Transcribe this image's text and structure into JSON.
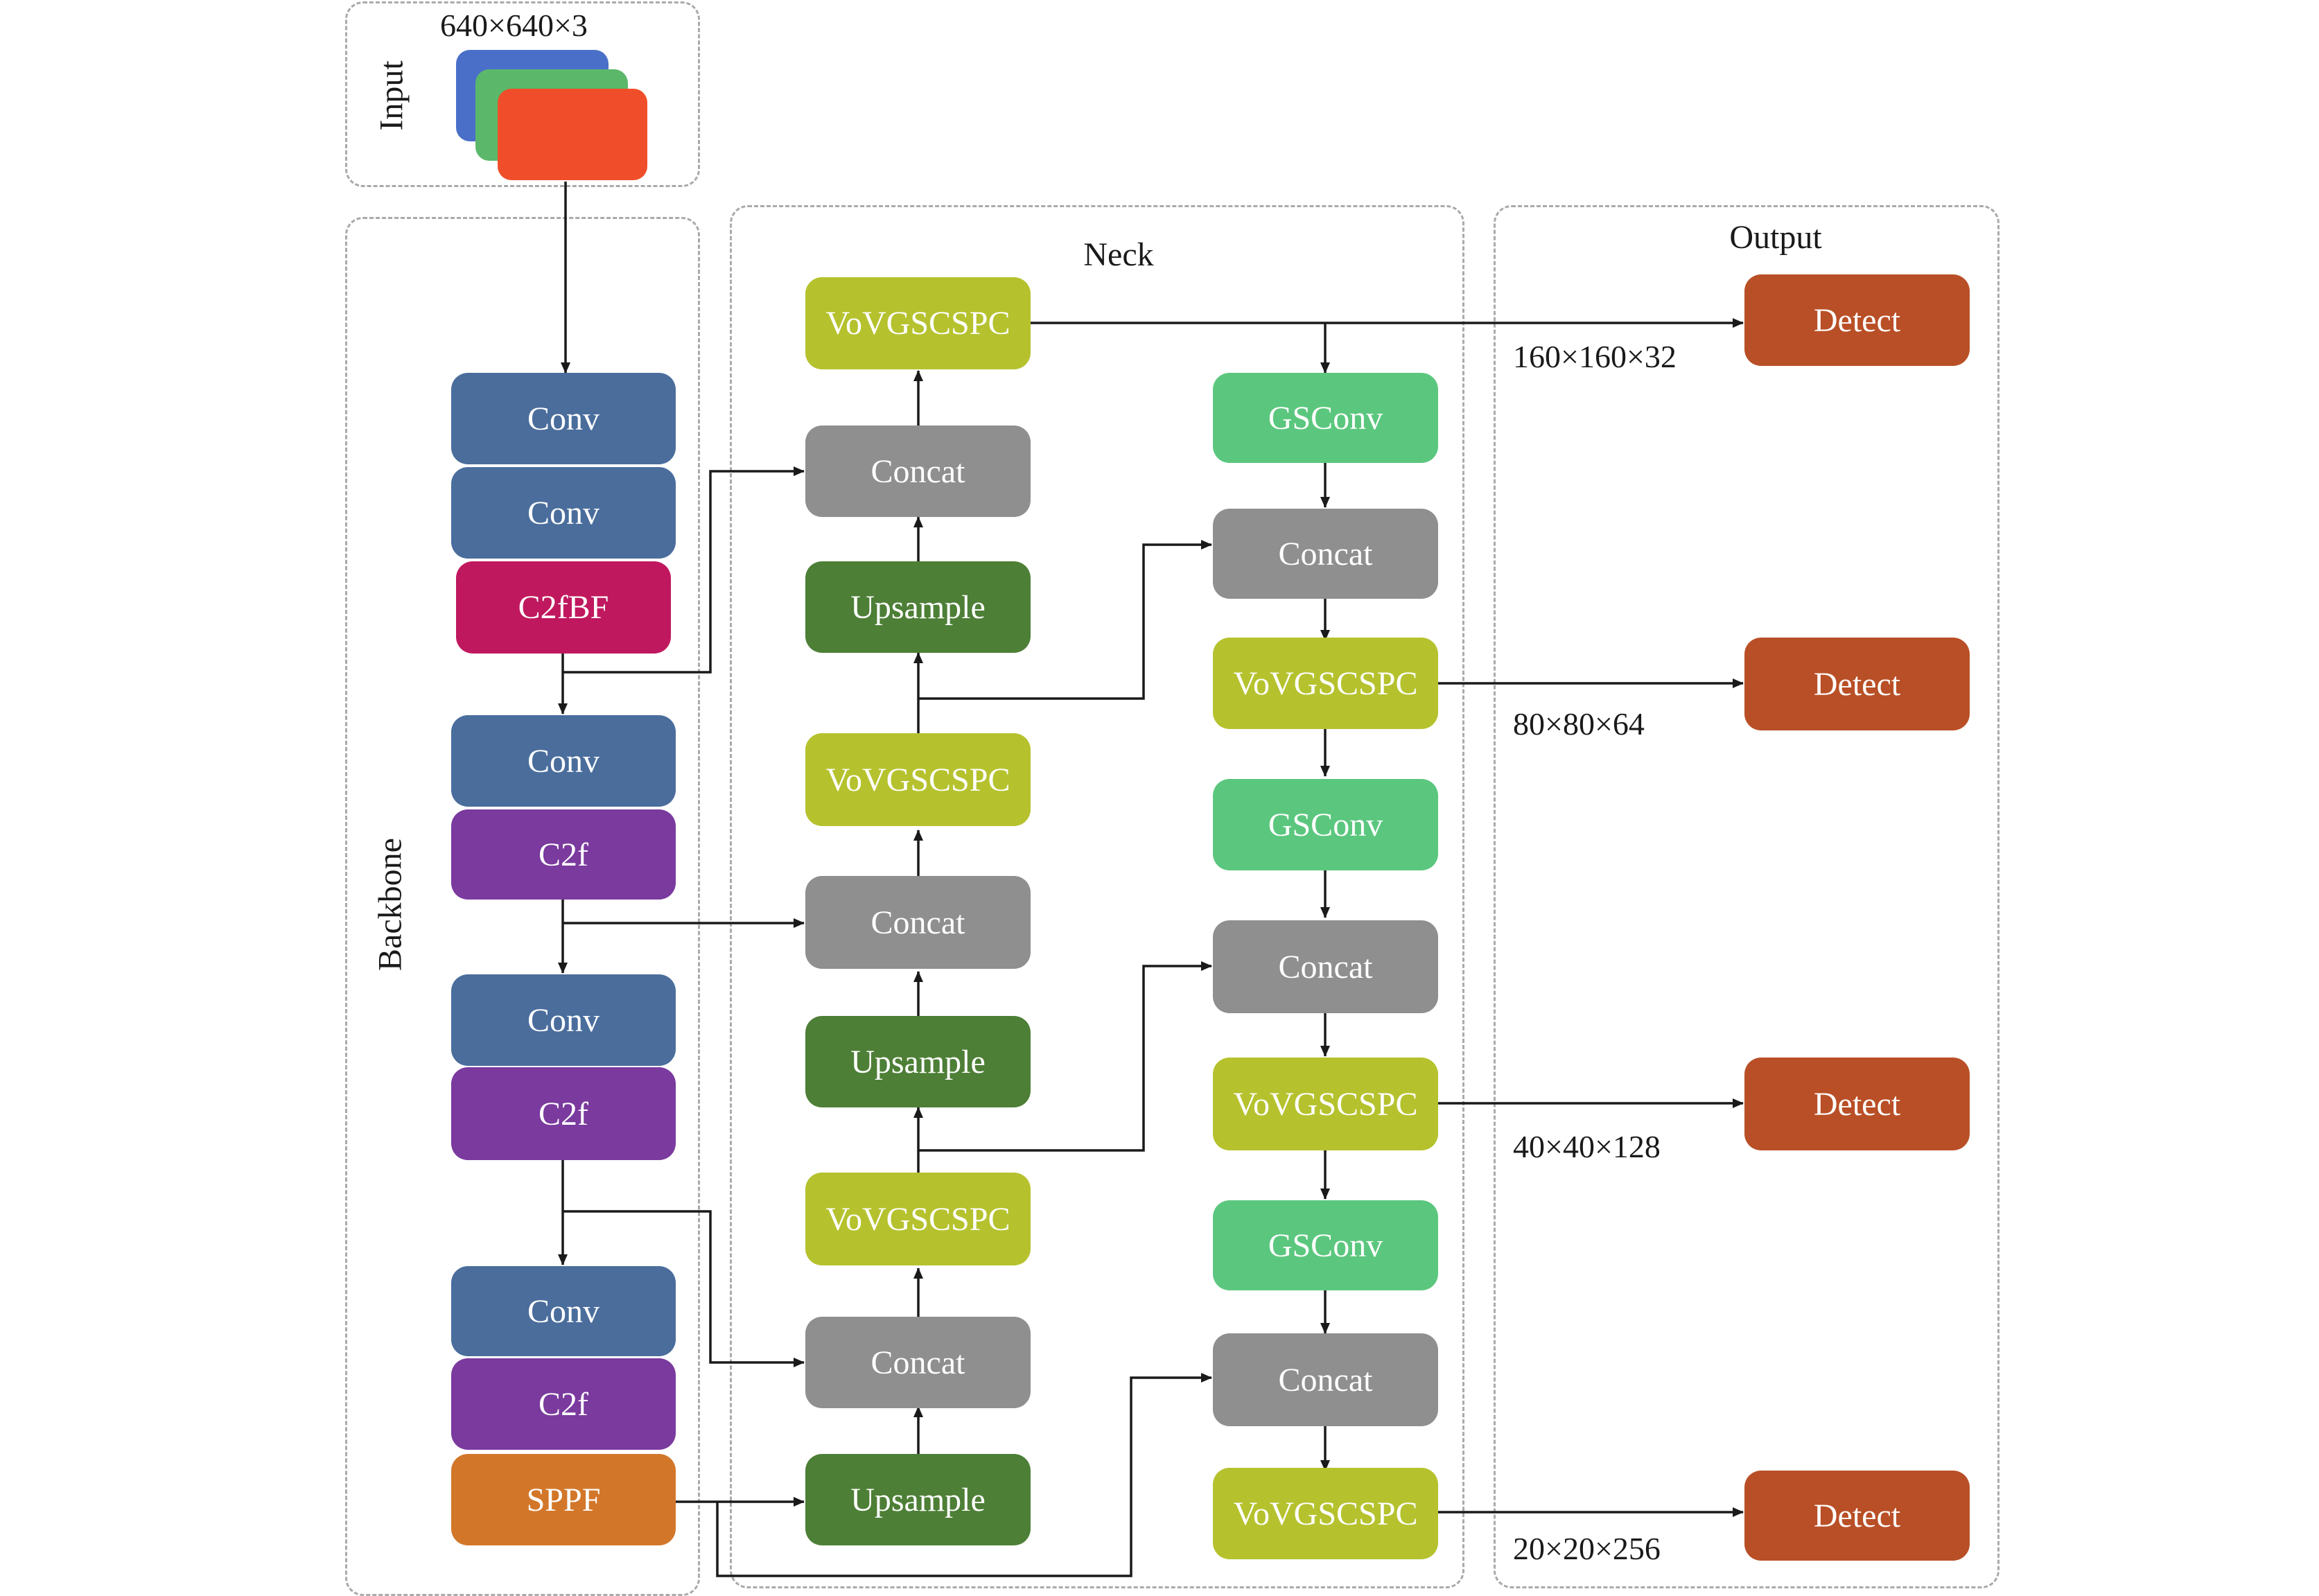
{
  "regions": {
    "input": "Input",
    "backbone": "Backbone",
    "neck": "Neck",
    "output": "Output"
  },
  "input_size": "640×640×3",
  "input_layer_colors": [
    "#4a6fc9",
    "#5bb86a",
    "#f04e2a"
  ],
  "node_colors": {
    "Conv": "#4a6d9c",
    "C2fBF": "#c0185e",
    "C2f": "#7a3a9e",
    "SPPF": "#d2772a",
    "VoVGSCSPC": "#b5c22e",
    "Concat": "#8f8f8f",
    "Upsample": "#4d7f36",
    "GSConv": "#5bc77e",
    "Detect": "#b94f26"
  },
  "backbone": {
    "conv_1": "Conv",
    "conv_2": "Conv",
    "c2fbf": "C2fBF",
    "conv_3": "Conv",
    "c2f_1": "C2f",
    "conv_4": "Conv",
    "c2f_2": "C2f",
    "conv_5": "Conv",
    "c2f_3": "C2f",
    "sppf": "SPPF"
  },
  "neck_left": {
    "vovgscspc_1": "VoVGSCSPC",
    "concat_1": "Concat",
    "upsample_1": "Upsample",
    "vovgscspc_2": "VoVGSCSPC",
    "concat_2": "Concat",
    "upsample_2": "Upsample",
    "vovgscspc_3": "VoVGSCSPC",
    "concat_3": "Concat",
    "upsample_3": "Upsample"
  },
  "neck_right": {
    "gsconv_1": "GSConv",
    "concat_1": "Concat",
    "vovgscspc_1": "VoVGSCSPC",
    "gsconv_2": "GSConv",
    "concat_2": "Concat",
    "vovgscspc_2": "VoVGSCSPC",
    "gsconv_3": "GSConv",
    "concat_3": "Concat",
    "vovgscspc_3": "VoVGSCSPC"
  },
  "output": {
    "detect_1": "Detect",
    "detect_2": "Detect",
    "detect_3": "Detect",
    "detect_4": "Detect",
    "dims": [
      "160×160×32",
      "80×80×64",
      "40×40×128",
      "20×20×256"
    ]
  }
}
